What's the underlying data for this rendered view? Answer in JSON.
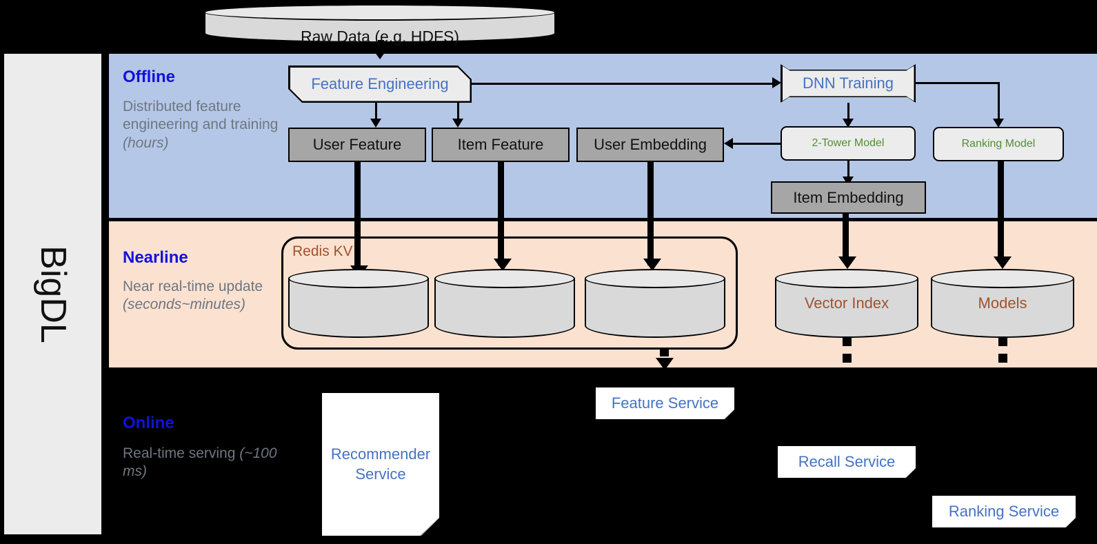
{
  "sidebar": {
    "label": "BigDL"
  },
  "source": {
    "label": "Raw Data (e.g. HDFS)"
  },
  "bands": {
    "offline": {
      "title": "Offline",
      "desc": "Distributed feature engineering and training ",
      "desc_em": "(hours)"
    },
    "nearline": {
      "title": "Nearline",
      "desc": "Near real-time update ",
      "desc_em": "(seconds~minutes)"
    },
    "online": {
      "title": "Online",
      "desc": "Real-time serving ",
      "desc_em": "(~100 ms)"
    }
  },
  "offline": {
    "feature_engineering": "Feature Engineering",
    "dnn_training": "DNN Training",
    "user_feature": "User Feature",
    "item_feature": "Item Feature",
    "user_embedding": "User Embedding",
    "two_tower_model": "2-Tower Model",
    "ranking_model": "Ranking Model",
    "item_embedding": "Item Embedding"
  },
  "nearline": {
    "redis_kv": "Redis KV",
    "store_user_feature": "",
    "store_item_feature": "",
    "store_user_embedding": "",
    "vector_index": "Vector Index",
    "models": "Models"
  },
  "online": {
    "recommender_service": "Recommender Service",
    "feature_service": "Feature Service",
    "recall_service": "Recall Service",
    "ranking_service": "Ranking Service"
  },
  "colors": {
    "offline_band": "#b4c7e7",
    "nearline_band": "#fbe1d0",
    "online_band": "#000000",
    "band_title": "#1111dd",
    "band_desc": "#6f7680",
    "blue_text": "#4472c4",
    "green_text": "#4f8f35",
    "brown_text": "#a0522d",
    "gray_box": "#a6a6a6",
    "light_box": "#ececec",
    "cylinder": "#d9d9d9"
  }
}
